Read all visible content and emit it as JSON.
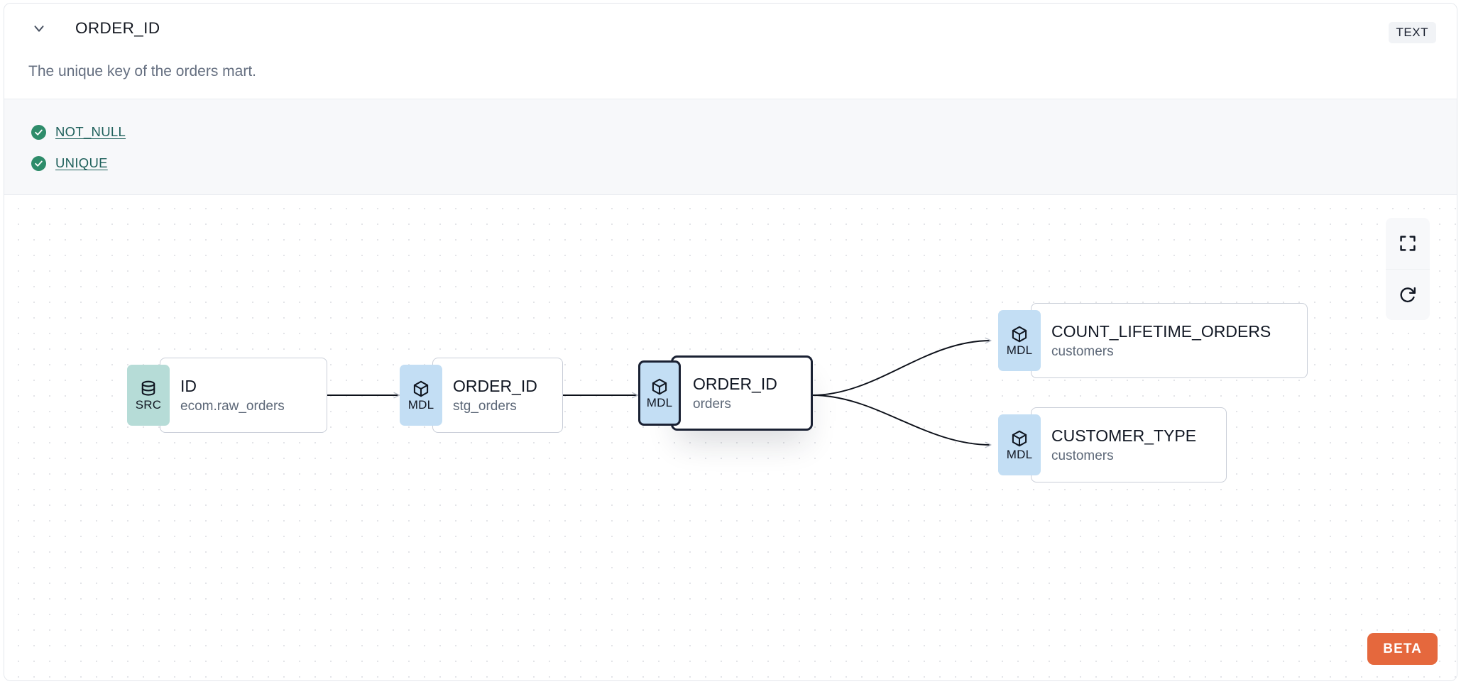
{
  "header": {
    "chevron_icon": "chevron-down-icon",
    "column_name": "ORDER_ID",
    "type_badge": "TEXT",
    "description": "The unique key of the orders mart."
  },
  "tests": [
    {
      "icon": "check-circle-icon",
      "label": "NOT_NULL"
    },
    {
      "icon": "check-circle-icon",
      "label": "UNIQUE"
    }
  ],
  "graph": {
    "nodes": [
      {
        "badge": "SRC",
        "badge_icon": "database-icon",
        "name": "ID",
        "sub": "ecom.raw_orders",
        "selected": false
      },
      {
        "badge": "MDL",
        "badge_icon": "cube-icon",
        "name": "ORDER_ID",
        "sub": "stg_orders",
        "selected": false
      },
      {
        "badge": "MDL",
        "badge_icon": "cube-icon",
        "name": "ORDER_ID",
        "sub": "orders",
        "selected": true
      },
      {
        "badge": "MDL",
        "badge_icon": "cube-icon",
        "name": "COUNT_LIFETIME_ORDERS",
        "sub": "customers",
        "selected": false
      },
      {
        "badge": "MDL",
        "badge_icon": "cube-icon",
        "name": "CUSTOMER_TYPE",
        "sub": "customers",
        "selected": false
      }
    ],
    "controls": [
      {
        "icon": "fit-view-icon",
        "name": "fit-view-button"
      },
      {
        "icon": "refresh-icon",
        "name": "reset-button"
      }
    ],
    "beta_label": "BETA"
  },
  "colors": {
    "src_badge": "#b6dcd7",
    "mdl_badge": "#c3def4",
    "beta": "#e5683d",
    "test_pass": "#2e8c6a",
    "link": "#1d5f5a"
  }
}
